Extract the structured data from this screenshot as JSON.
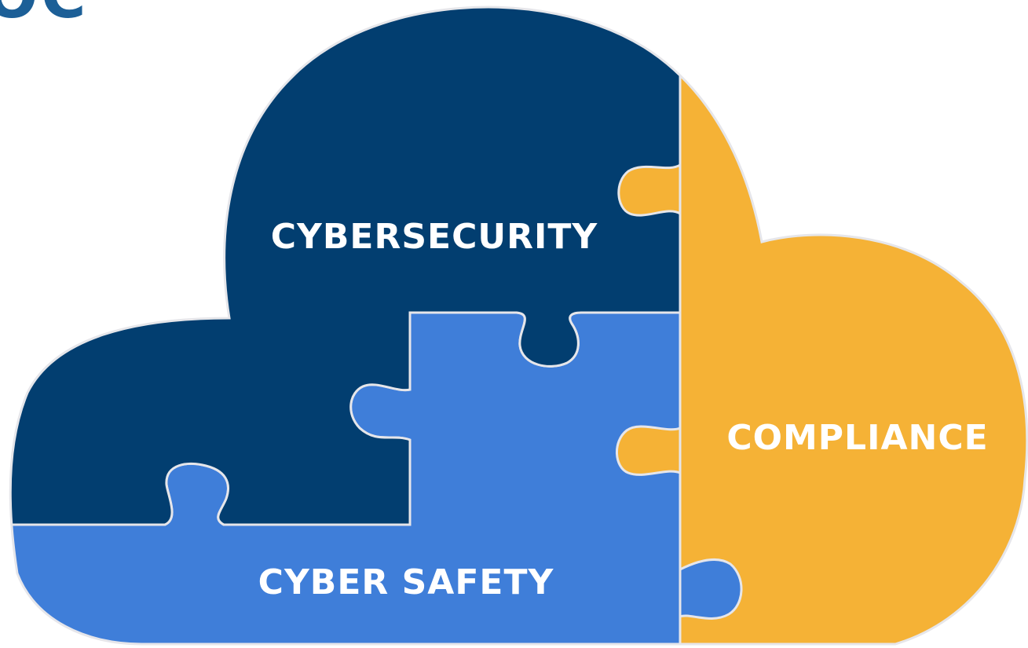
{
  "colors": {
    "dark_navy": "#023e70",
    "medium_blue": "#3f7ed9",
    "gold": "#f5b236",
    "seam": "#e6e6ea",
    "text": "#ffffff",
    "corner_text": "#1c5f97"
  },
  "pieces": {
    "cybersecurity": {
      "label": "CYBERSECURITY",
      "color_key": "dark_navy"
    },
    "cyber_safety": {
      "label": "CYBER SAFETY",
      "color_key": "medium_blue"
    },
    "compliance": {
      "label": "COMPLIANCE",
      "color_key": "gold"
    }
  },
  "corner_fragment": {
    "text": "OC",
    "note": "partially cropped heading at top-left edge"
  }
}
